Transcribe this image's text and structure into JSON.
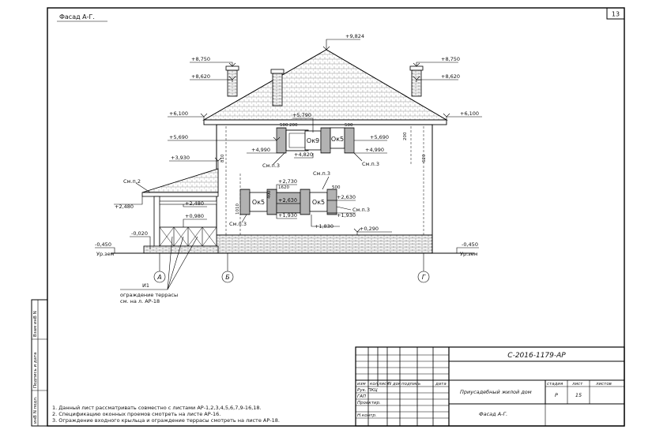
{
  "sheet": {
    "title": "Фасад А-Г.",
    "page_number": "13",
    "side_labels": [
      "инВ N подл.",
      "Подпись и дата",
      "Взам инВ N"
    ]
  },
  "elevations": {
    "roof_ridge": "+9,824",
    "chimney_left_top": "+8,750",
    "chimney_left_base": "+8,620",
    "chimney_right_top": "+8,750",
    "chimney_right_base": "+8,620",
    "eave_left": "+6,100",
    "eave_right": "+6,100",
    "upper_win_top_left": "+5,690",
    "upper_win_top_right": "+5,690",
    "upper_lintel": "+5,790",
    "upper_sill_left": "+4,990",
    "upper_sill_right": "+4,990",
    "upper_sill_center": "+4,820",
    "annex_top": "+3,930",
    "annex_eave": "+2,480",
    "porch_beam": "+2,480",
    "porch_rail": "+0,980",
    "lower_win_top": "+2,730",
    "lower_win_center": "+2,630",
    "lower_win_right": "+2,630",
    "lower_sill": "+1,930",
    "lower_sill_right": "+1,930",
    "lower_sill_bottom": "+1,830",
    "plinth_top": "+0,290",
    "ground_left": "-0,450",
    "ground_right": "-0,450",
    "porch_floor": "-0,020"
  },
  "labels": {
    "ground_left": "Ур.зем",
    "ground_right": "Ур.зем",
    "see_note_upper_left": "См.п.3",
    "see_note_upper_right": "См.п.3",
    "see_note_mid": "См.п.3",
    "see_note_lower_left": "См.п.3",
    "see_note_lower_right": "См.п.3",
    "see_note_annex": "См.п.2",
    "win_ok9": "Ок9",
    "win_ok5_upper": "Ок5",
    "win_ok5_lower_left": "Ок5",
    "win_ok5_lower_right": "Ок5",
    "dim_500": "500",
    "dim_1620": "1620",
    "dim_1010": "1010",
    "dim_400": "400",
    "dim_810": "810",
    "dim_200": "200",
    "dim_620": "620"
  },
  "axes": [
    "А",
    "Б",
    "Г"
  ],
  "callout": {
    "mark": "И1",
    "line1": "ограждение террасы",
    "line2": "см. на л. АР-18"
  },
  "notes": [
    "1. Данный лист рассматривать совместно с листами АР-1,2,3,4,5,6,7,9-16,18.",
    "2. Спецификацию оконных проемов смотреть на листе АР-16.",
    "3. Ограждение входного крыльца и ограждение террасы смотреть на листе АР-18."
  ],
  "title_block": {
    "code": "С-2016-1179-АР",
    "project": "Приусадебный жилой дом",
    "sheet_name": "Фасад А-Г.",
    "col_headers": [
      "изм",
      "кол",
      "лист",
      "N док",
      "подпись",
      "дата"
    ],
    "roles": [
      "Рук. ПКЦ",
      "ГАП",
      "Проектир.",
      "",
      "Н.контр."
    ],
    "stage_header": "стадия",
    "sheet_header": "лист",
    "sheets_header": "листов",
    "stage": "Р",
    "sheet": "15",
    "sheets": ""
  }
}
